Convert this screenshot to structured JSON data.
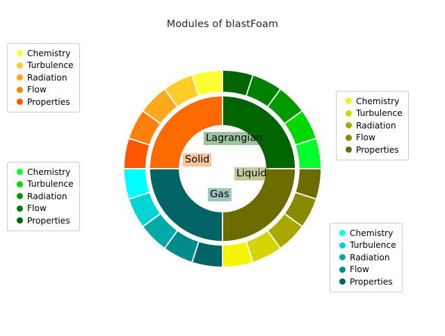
{
  "title": "Modules of blastFoam",
  "chart_data": {
    "type": "pie",
    "title": "Modules of blastFoam",
    "subtype": "nested-donut-sunburst",
    "center": {
      "x": 320,
      "y": 243
    },
    "inner_hole_radius": 62,
    "inner_ring_outer_radius": 105,
    "outer_ring_inner_radius": 110,
    "outer_ring_outer_radius": 142,
    "start_angle_deg": 90,
    "direction": "clockwise",
    "legend_position": "four-corners",
    "grid": false,
    "categories": [
      "Lagrangian",
      "Liquid",
      "Gas",
      "Solid"
    ],
    "values": [
      1,
      1,
      1,
      1
    ],
    "subcategories": [
      "Chemistry",
      "Turbulence",
      "Radiation",
      "Flow",
      "Properties"
    ],
    "series": [
      {
        "name": "Lagrangian",
        "inner_color": "#006400",
        "value": 1,
        "children": [
          {
            "name": "Properties",
            "value": 1,
            "color": "#006400"
          },
          {
            "name": "Flow",
            "value": 1,
            "color": "#008000"
          },
          {
            "name": "Radiation",
            "value": 1,
            "color": "#009900"
          },
          {
            "name": "Turbulence",
            "value": 1,
            "color": "#00d900"
          },
          {
            "name": "Chemistry",
            "value": 1,
            "color": "#00ff2b"
          }
        ]
      },
      {
        "name": "Liquid",
        "inner_color": "#6b6b00",
        "value": 1,
        "children": [
          {
            "name": "Properties",
            "value": 1,
            "color": "#6b6b00"
          },
          {
            "name": "Flow",
            "value": 1,
            "color": "#8a8a00"
          },
          {
            "name": "Radiation",
            "value": 1,
            "color": "#a8a800"
          },
          {
            "name": "Turbulence",
            "value": 1,
            "color": "#d4d400"
          },
          {
            "name": "Chemistry",
            "value": 1,
            "color": "#f5f500"
          }
        ]
      },
      {
        "name": "Gas",
        "inner_color": "#006464",
        "value": 1,
        "children": [
          {
            "name": "Properties",
            "value": 1,
            "color": "#006464"
          },
          {
            "name": "Flow",
            "value": 1,
            "color": "#008b8b"
          },
          {
            "name": "Radiation",
            "value": 1,
            "color": "#00a8a8"
          },
          {
            "name": "Turbulence",
            "value": 1,
            "color": "#00d4d4"
          },
          {
            "name": "Chemistry",
            "value": 1,
            "color": "#00ffff"
          }
        ]
      },
      {
        "name": "Solid",
        "inner_color": "#ff6a00",
        "value": 1,
        "children": [
          {
            "name": "Properties",
            "value": 1,
            "color": "#ff5500"
          },
          {
            "name": "Flow",
            "value": 1,
            "color": "#ff7f0a"
          },
          {
            "name": "Radiation",
            "value": 1,
            "color": "#ffa81e"
          },
          {
            "name": "Turbulence",
            "value": 1,
            "color": "#ffcc29"
          },
          {
            "name": "Chemistry",
            "value": 1,
            "color": "#ffff33"
          }
        ]
      }
    ]
  },
  "center_labels": [
    {
      "id": "lagrangian",
      "text": "Lagrangian",
      "color": "#006400"
    },
    {
      "id": "solid",
      "text": "Solid",
      "color": "#ff6a00"
    },
    {
      "id": "liquid",
      "text": "Liquid",
      "color": "#6b6b00"
    },
    {
      "id": "gas",
      "text": "Gas",
      "color": "#006464"
    }
  ],
  "legends": [
    {
      "id": "solid",
      "group": "Solid",
      "entries": [
        {
          "label": "Chemistry",
          "color": "#ffff33"
        },
        {
          "label": "Turbulence",
          "color": "#ffcc29"
        },
        {
          "label": "Radiation",
          "color": "#ffa81e"
        },
        {
          "label": "Flow",
          "color": "#ff7f0a"
        },
        {
          "label": "Properties",
          "color": "#ff5500"
        }
      ]
    },
    {
      "id": "lagrangian",
      "group": "Lagrangian",
      "entries": [
        {
          "label": "Chemistry",
          "color": "#00ff2b"
        },
        {
          "label": "Turbulence",
          "color": "#00d900"
        },
        {
          "label": "Radiation",
          "color": "#009900"
        },
        {
          "label": "Flow",
          "color": "#008000"
        },
        {
          "label": "Properties",
          "color": "#006400"
        }
      ]
    },
    {
      "id": "liquid",
      "group": "Liquid",
      "entries": [
        {
          "label": "Chemistry",
          "color": "#f5f500"
        },
        {
          "label": "Turbulence",
          "color": "#d4d400"
        },
        {
          "label": "Radiation",
          "color": "#a8a800"
        },
        {
          "label": "Flow",
          "color": "#8a8a00"
        },
        {
          "label": "Properties",
          "color": "#6b6b00"
        }
      ]
    },
    {
      "id": "gas",
      "group": "Gas",
      "entries": [
        {
          "label": "Chemistry",
          "color": "#00ffff"
        },
        {
          "label": "Turbulence",
          "color": "#00d4d4"
        },
        {
          "label": "Radiation",
          "color": "#00a8a8"
        },
        {
          "label": "Flow",
          "color": "#008b8b"
        },
        {
          "label": "Properties",
          "color": "#006464"
        }
      ]
    }
  ]
}
